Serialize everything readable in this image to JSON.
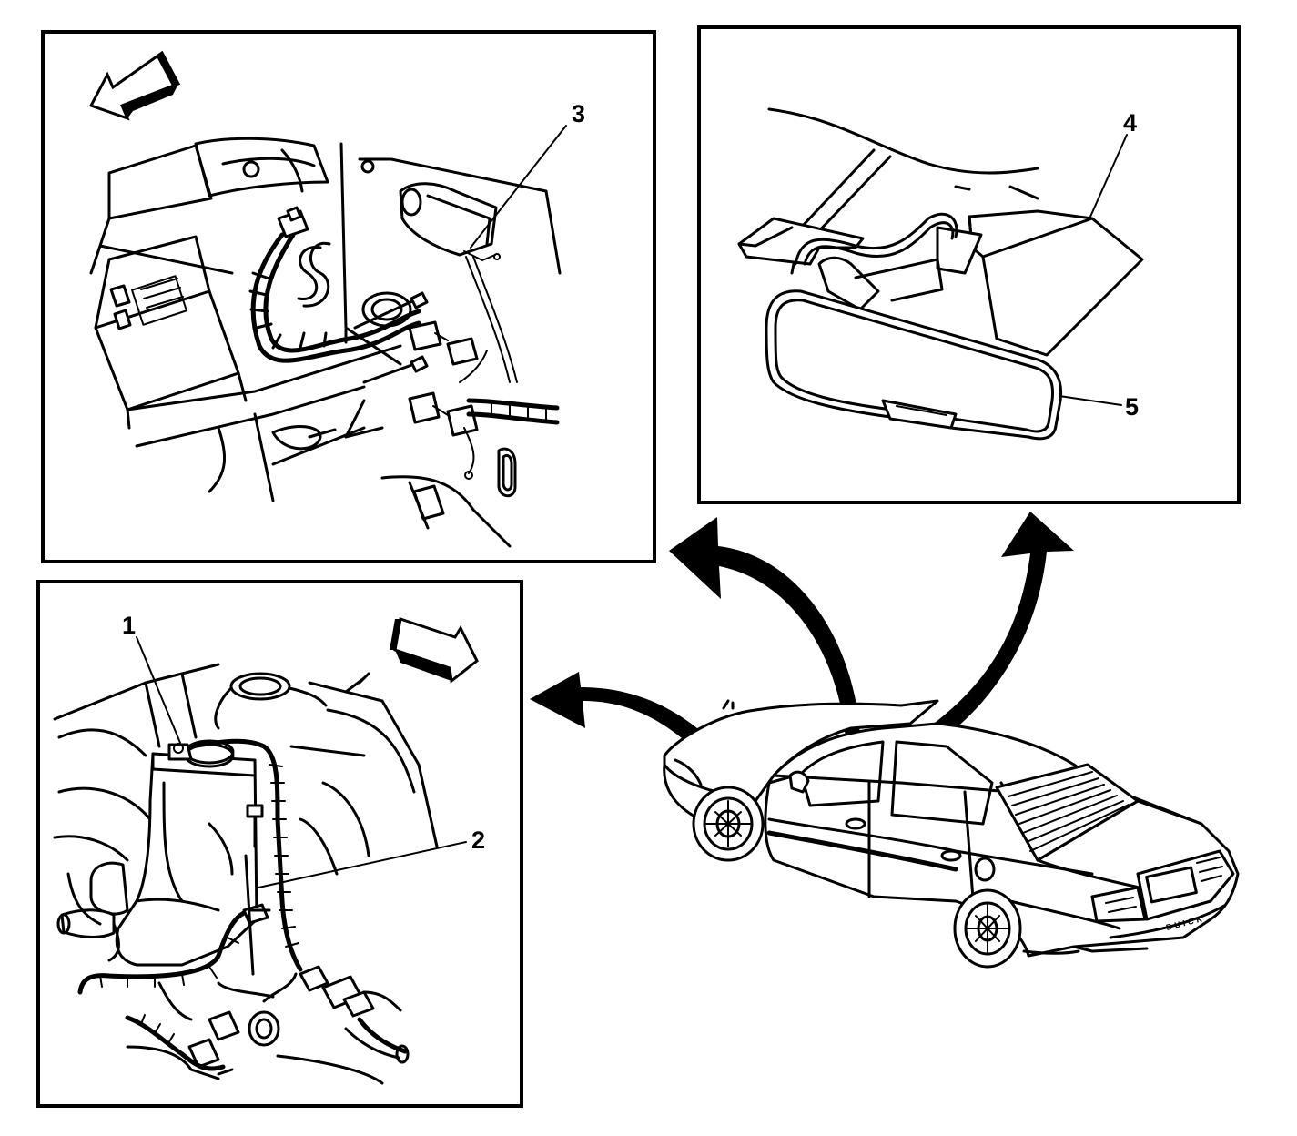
{
  "callouts": {
    "c1": "1",
    "c2": "2",
    "c3": "3",
    "c4": "4",
    "c5": "5"
  },
  "badge": {
    "text": "BUICK"
  },
  "colors": {
    "line": "#000000",
    "background": "#ffffff"
  },
  "icons": {
    "forward_arrow_top": "direction-arrow-icon",
    "forward_arrow_bottom": "direction-arrow-icon",
    "pointer_arrows": "curved-pointer-arrow-icon"
  }
}
